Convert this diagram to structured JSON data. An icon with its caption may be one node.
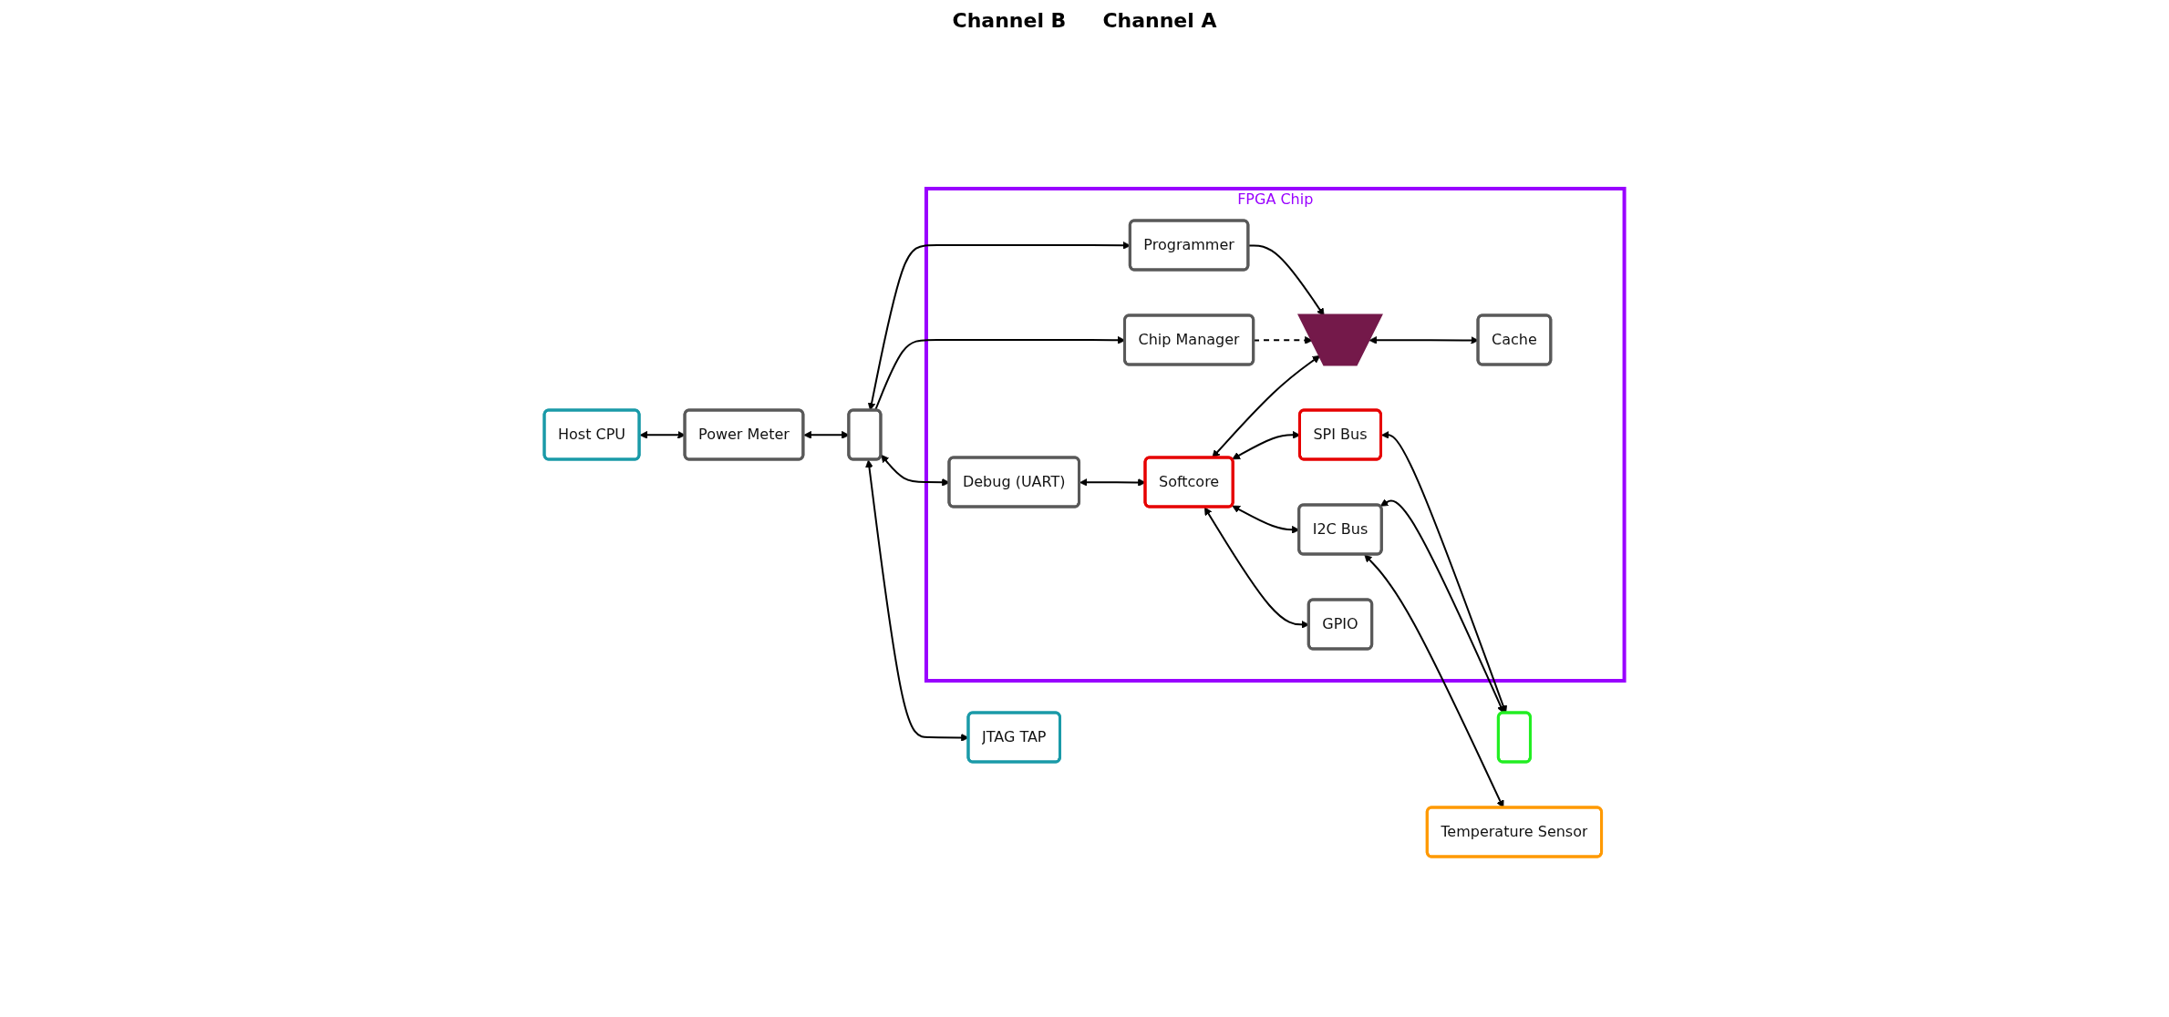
{
  "diagram": {
    "nodes": [
      {
        "text": [
          "Host CPU"
        ]
      },
      {
        "text": [
          "Power Meter"
        ]
      },
      {
        "text": [],
        "shape": "box"
      },
      {
        "text": [
          "FPGA Chip"
        ]
      },
      {
        "text": [
          "Debug (UART)"
        ],
        "in": 3
      },
      {
        "text": [
          "Programmer"
        ],
        "in": 3
      },
      {
        "text": [
          "Chip Manager"
        ],
        "in": 3
      },
      {
        "text": [
          "Softcore"
        ],
        "in": 3
      },
      {
        "text": [
          "SPI Bus"
        ],
        "in": 3
      },
      {
        "text": [],
        "shape": "trapezoid",
        "in": 3
      },
      {
        "text": [
          "Cache"
        ],
        "in": 3
      },
      {
        "text": [
          "I2C Bus"
        ],
        "in": 3
      },
      {
        "text": [
          "GPIO"
        ],
        "in": 3
      },
      {
        "text": [
          "JTAG TAP"
        ]
      },
      {
        "text": [],
        "shape": "box"
      },
      {
        "text": [
          "Temperature Sensor"
        ]
      }
    ],
    "edges": [
      {
        "from": 0,
        "to": 1,
        "arrow": "both"
      },
      {
        "from": 1,
        "to": 2,
        "arrow": "both"
      },
      {
        "from": 2,
        "to": 4,
        "arrow": "both"
      },
      {
        "from": 2,
        "to": 5,
        "arrow": "both"
      },
      {
        "from": 2,
        "to": 6,
        "arrow": "to"
      },
      {
        "from": 2,
        "to": 13,
        "arrow": "both"
      },
      {
        "from": 4,
        "to": 7,
        "arrow": "both"
      },
      {
        "from": 5,
        "to": 9,
        "arrow": "to"
      },
      {
        "from": 6,
        "to": 9,
        "arrow": "to",
        "style": "dashed"
      },
      {
        "from": 7,
        "to": 9,
        "arrow": "both"
      },
      {
        "from": 9,
        "to": 10,
        "arrow": "both"
      },
      {
        "from": 7,
        "to": 8,
        "arrow": "both"
      },
      {
        "from": 7,
        "to": 11,
        "arrow": "both"
      },
      {
        "from": 7,
        "to": 12,
        "arrow": "both"
      },
      {
        "from": 8,
        "to": 14,
        "arrow": "both"
      },
      {
        "from": 11,
        "to": 14,
        "arrow": "both"
      },
      {
        "from": 11,
        "to": 15,
        "arrow": "both"
      }
    ],
    "labels": [
      "Channel B",
      "Channel A"
    ]
  }
}
